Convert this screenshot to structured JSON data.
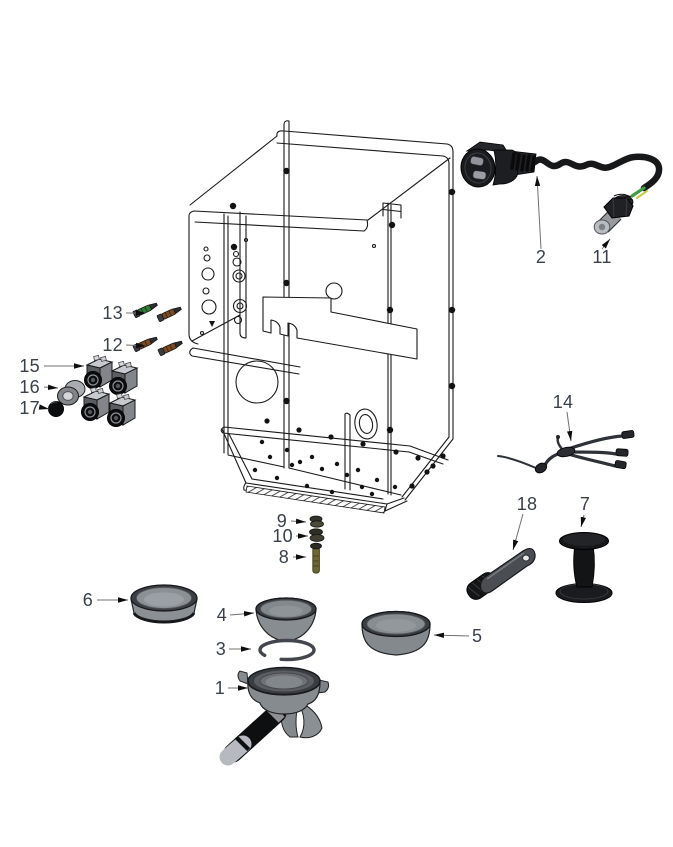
{
  "diagram": {
    "part_labels": {
      "p1": "1",
      "p2": "2",
      "p3": "3",
      "p4": "4",
      "p5": "5",
      "p6": "6",
      "p7": "7",
      "p8": "8",
      "p9": "9",
      "p10": "10",
      "p11": "11",
      "p12": "12",
      "p13": "13",
      "p14": "14",
      "p15": "15",
      "p16": "16",
      "p17": "17",
      "p18": "18"
    },
    "palette": {
      "background": "#ffffff",
      "line_art": "#1a1a1a",
      "label_text": "#39404a",
      "leader_line": "#707070",
      "metal_gray": "#878c91",
      "dark_plastic": "#17181a",
      "earth_wire_green": "#3f9d43",
      "earth_wire_yellow": "#c3cc3e",
      "screw_green": "#2f7d35",
      "screw_brown": "#7b4a22",
      "screw_brass": "#6d6735"
    }
  }
}
